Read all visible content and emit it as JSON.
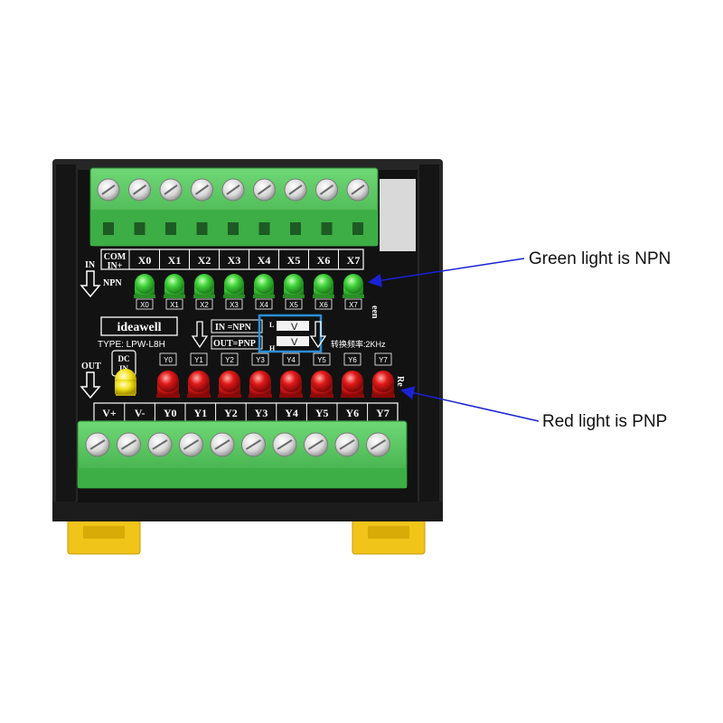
{
  "colors": {
    "board": "#121212",
    "housing": "#262626",
    "terminal_green": "#4fc457",
    "terminal_green_dark": "#2f9a3a",
    "led_green": "#3fd23a",
    "led_red": "#e01818",
    "led_yellow": "#f2e21b",
    "din_clip": "#f0c419",
    "arrow": "#1a23d4",
    "highlight_box": "#2a8fd6"
  },
  "input_terminals": {
    "labels": [
      "COM",
      "IN+",
      "X0",
      "X1",
      "X2",
      "X3",
      "X4",
      "X5",
      "X6",
      "X7"
    ]
  },
  "input_leds": {
    "labels": [
      "X0",
      "X1",
      "X2",
      "X3",
      "X4",
      "X5",
      "X6",
      "X7"
    ],
    "side_label": "een"
  },
  "output_leds": {
    "labels": [
      "Y0",
      "Y1",
      "Y2",
      "Y3",
      "Y4",
      "Y5",
      "Y6",
      "Y7"
    ],
    "side_label": "Re"
  },
  "output_terminals": {
    "labels": [
      "V+",
      "V-",
      "Y0",
      "Y1",
      "Y2",
      "Y3",
      "Y4",
      "Y5",
      "Y6",
      "Y7"
    ]
  },
  "board_text": {
    "in_label": "IN",
    "npn_label": "NPN",
    "out_label": "OUT",
    "dc_label": "DC",
    "dc_in_label": "IN",
    "brand": "ideawell",
    "type": "TYPE: LPW-L8H",
    "in_mode": "IN =NPN",
    "out_mode": "OUT=PNP",
    "switch_l": "L",
    "switch_h": "H",
    "switch_v": "V",
    "frequency": "转换频率:2KHz"
  },
  "callouts": {
    "green": "Green light is NPN",
    "red": "Red light is PNP"
  }
}
